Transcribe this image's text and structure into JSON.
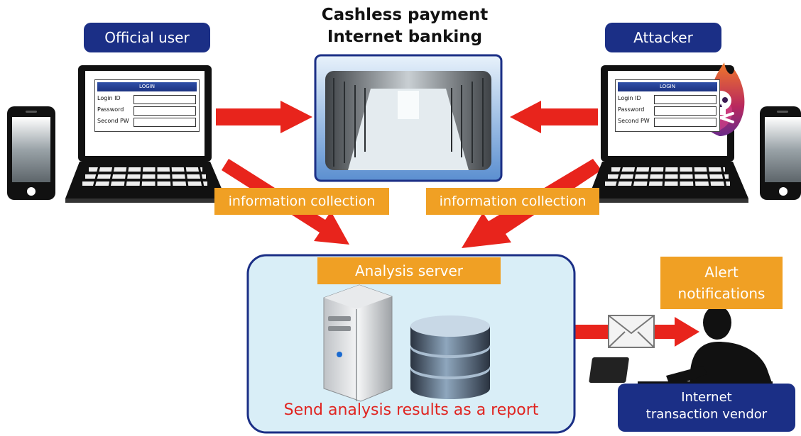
{
  "title": {
    "line1": "Cashless payment",
    "line2": "Internet banking"
  },
  "labels": {
    "official_user": "Official user",
    "attacker": "Attacker",
    "info_collection_left": "information collection",
    "info_collection_right": "information collection",
    "analysis_server": "Analysis server",
    "alert_line1": "Alert",
    "alert_line2": "notifications",
    "report": "Send analysis results as a report",
    "vendor_line1": "Internet",
    "vendor_line2": "transaction vendor"
  },
  "login_form": {
    "header": "LOGIN",
    "fields": [
      "Login ID",
      "Password",
      "Second PW"
    ]
  },
  "icons": [
    "smartphone-icon",
    "laptop-icon",
    "server-room-icon",
    "skull-flame-icon",
    "server-tower-icon",
    "database-icon",
    "envelope-icon",
    "person-at-desk-icon"
  ],
  "colors": {
    "navy": "#1b2f86",
    "orange": "#f0a024",
    "arrow_red": "#e8241c",
    "report_red": "#e02420",
    "panel_fill": "#d9eef7"
  }
}
